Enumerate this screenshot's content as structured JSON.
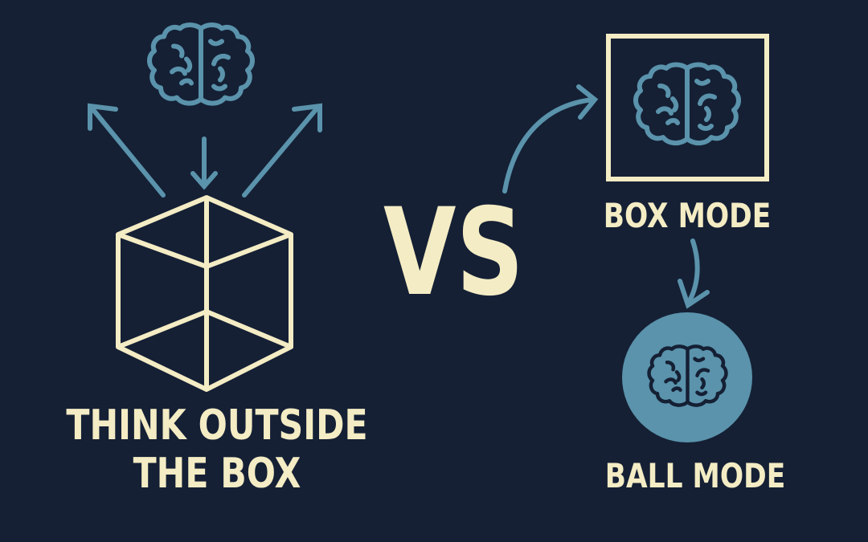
{
  "colors": {
    "background": "#152035",
    "cream": "#f4ecc4",
    "teal": "#5a93ab",
    "ball_fill": "#5a93ab"
  },
  "left_panel": {
    "title_line1": "THINK OUTSIDE",
    "title_line2": "THE BOX",
    "icons": [
      "brain-icon",
      "arrow-up-left-icon",
      "arrow-down-icon",
      "arrow-up-right-icon",
      "cube-icon"
    ]
  },
  "center": {
    "vs_label": "VS"
  },
  "right_panel": {
    "box_mode_label": "BOX MODE",
    "ball_mode_label": "BALL MODE",
    "icons": [
      "curved-arrow-icon",
      "framed-brain-icon",
      "curved-arrow-down-icon",
      "circled-brain-icon"
    ]
  }
}
